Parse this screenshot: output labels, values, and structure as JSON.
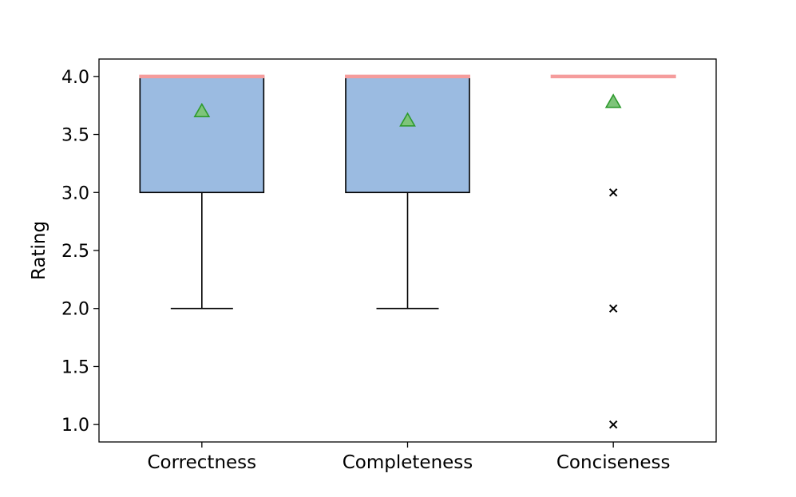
{
  "chart_data": {
    "type": "box",
    "title": "",
    "xlabel": "",
    "ylabel": "Rating",
    "ylim": [
      0.85,
      4.15
    ],
    "yticks": [
      1.0,
      1.5,
      2.0,
      2.5,
      3.0,
      3.5,
      4.0
    ],
    "ytick_labels": [
      "1.0",
      "1.5",
      "2.0",
      "2.5",
      "3.0",
      "3.5",
      "4.0"
    ],
    "grid": false,
    "categories": [
      "Correctness",
      "Completeness",
      "Conciseness"
    ],
    "boxes": [
      {
        "category": "Correctness",
        "whisker_low": 2.0,
        "q1": 3.0,
        "median": 4.0,
        "q3": 4.0,
        "whisker_high": 4.0,
        "mean": 3.7,
        "outliers": []
      },
      {
        "category": "Completeness",
        "whisker_low": 2.0,
        "q1": 3.0,
        "median": 4.0,
        "q3": 4.0,
        "whisker_high": 4.0,
        "mean": 3.62,
        "outliers": []
      },
      {
        "category": "Conciseness",
        "whisker_low": 4.0,
        "q1": 4.0,
        "median": 4.0,
        "q3": 4.0,
        "whisker_high": 4.0,
        "mean": 3.78,
        "outliers": [
          3.0,
          2.0,
          1.0
        ]
      }
    ],
    "colors": {
      "box_fill": "#9bbbe1",
      "box_edge": "#000000",
      "median": "#f59c9c",
      "mean_fill": "#7ec47a",
      "mean_edge": "#2e9a2e",
      "outlier": "#000000"
    }
  }
}
